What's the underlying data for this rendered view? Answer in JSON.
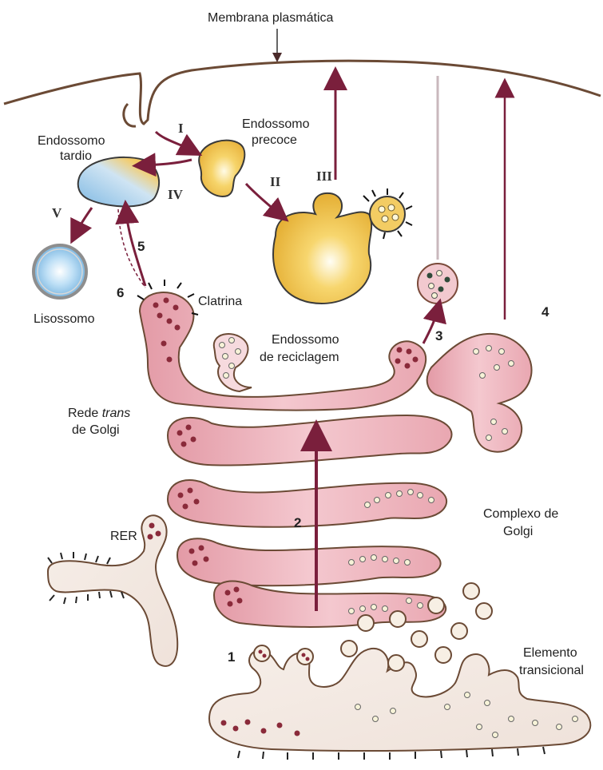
{
  "labels": {
    "plasma_membrane": "Membrana plasmática",
    "early_endosome": [
      "Endossomo",
      "precoce"
    ],
    "late_endosome": [
      "Endossomo",
      "tardio"
    ],
    "lysosome": "Lisossomo",
    "clathrin": "Clatrina",
    "recycling_endosome": [
      "Endossomo",
      "de reciclagem"
    ],
    "trans_golgi_prefix": "Rede ",
    "trans_golgi_italic": "trans",
    "trans_golgi_line2": "de Golgi",
    "golgi_complex": [
      "Complexo de",
      "Golgi"
    ],
    "rer": "RER",
    "transitional_element": [
      "Elemento",
      "transicional"
    ]
  },
  "pathway_numbers": {
    "roman": [
      "I",
      "II",
      "III",
      "IV",
      "V"
    ],
    "arabic": [
      "1",
      "2",
      "3",
      "4",
      "5",
      "6"
    ]
  },
  "colors": {
    "membrane": "#6b4a35",
    "cisterna_fill": "#e9a3ad",
    "cisterna_light": "#f6dade",
    "early_endosome": "#f2c44e",
    "late_endosome_blue": "#8cc2e6",
    "lysosome_blue": "#7ab7e2",
    "arrow": "#7a1f3c",
    "dark_cargo": "#8a2a3a",
    "light_cargo": "#f7f3d8"
  }
}
